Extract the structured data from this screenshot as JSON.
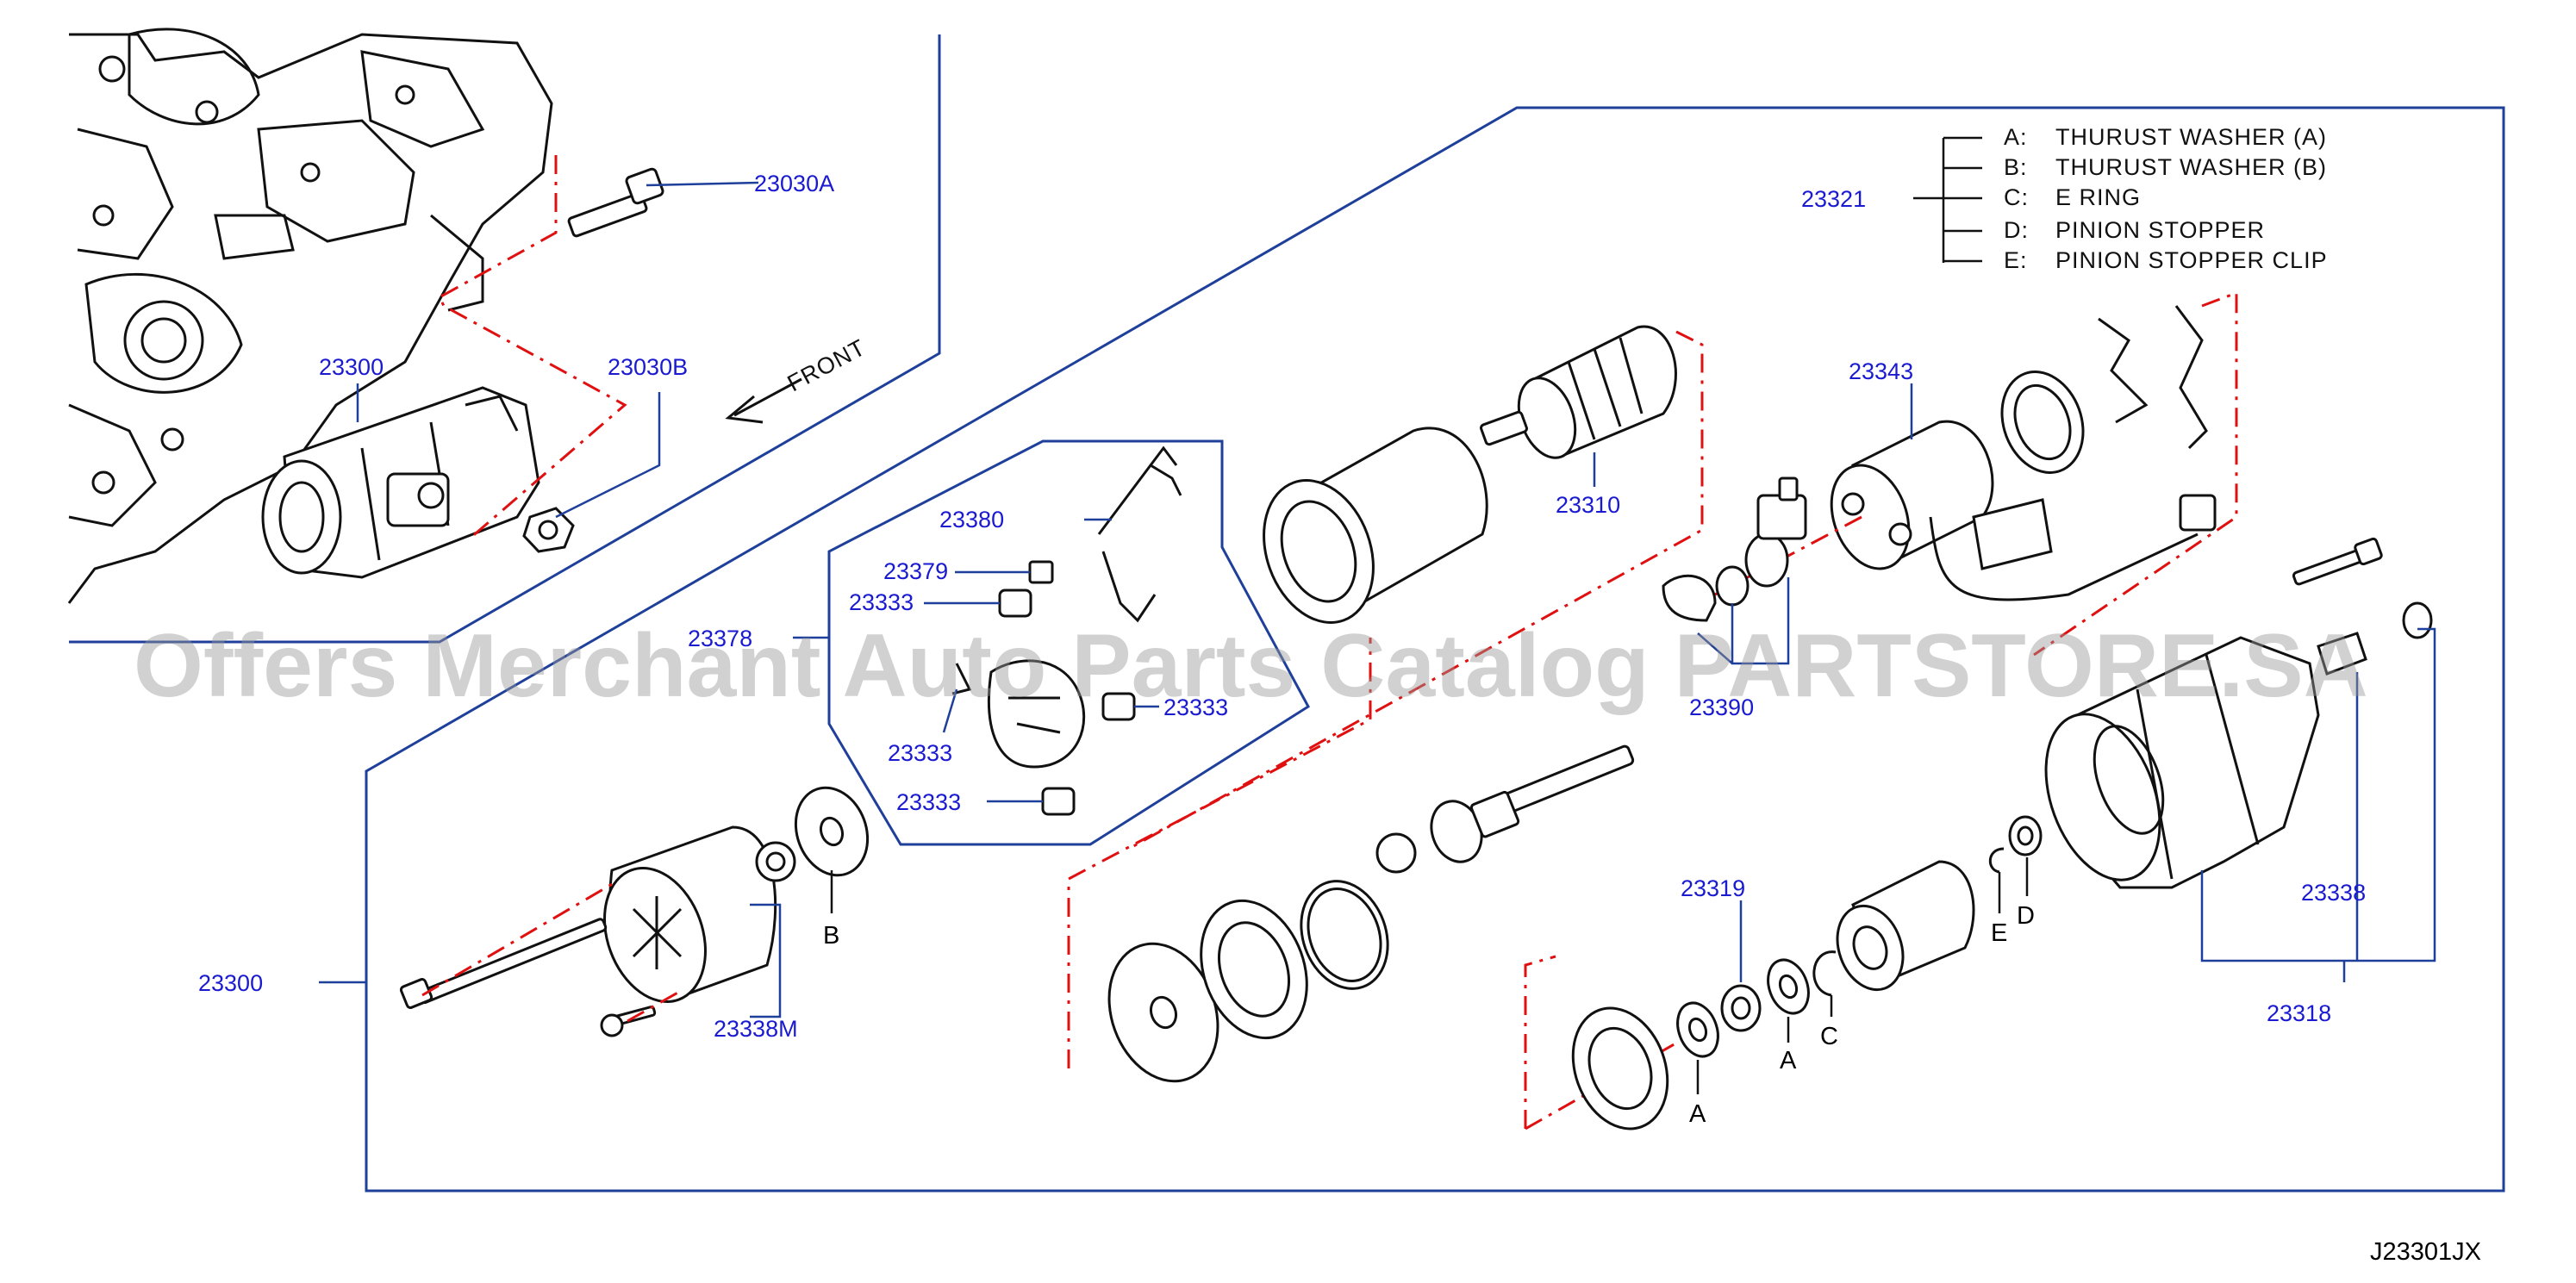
{
  "legend": {
    "items": [
      {
        "key": "A:",
        "text": "THURUST WASHER (A)"
      },
      {
        "key": "B:",
        "text": "THURUST WASHER (B)"
      },
      {
        "key": "C:",
        "text": "E RING"
      },
      {
        "key": "D:",
        "text": "PINION STOPPER"
      },
      {
        "key": "E:",
        "text": "PINION STOPPER CLIP"
      }
    ]
  },
  "labels": {
    "p23030A": "23030A",
    "p23030B": "23030B",
    "p23300_top": "23300",
    "p23300_left": "23300",
    "front": "FRONT",
    "p23380": "23380",
    "p23379": "23379",
    "p23333_a": "23333",
    "p23333_b": "23333",
    "p23333_c": "23333",
    "p23333_d": "23333",
    "p23378": "23378",
    "p23310": "23310",
    "p23343": "23343",
    "p23321": "23321",
    "p23390": "23390",
    "p23319": "23319",
    "p23338": "23338",
    "p23318": "23318",
    "p23338M": "23338M",
    "letter_B": "B",
    "letter_A1": "A",
    "letter_A2": "A",
    "letter_C": "C",
    "letter_E": "E",
    "letter_D": "D"
  },
  "diagram_code": "J23301JX",
  "watermark": "Offers Merchant Auto Parts Catalog PARTSTORE.SA",
  "colors": {
    "label_blue": "#1a1ad0",
    "frame_blue": "#1e3f9a",
    "dash_red": "#e01010",
    "line_black": "#111111"
  }
}
